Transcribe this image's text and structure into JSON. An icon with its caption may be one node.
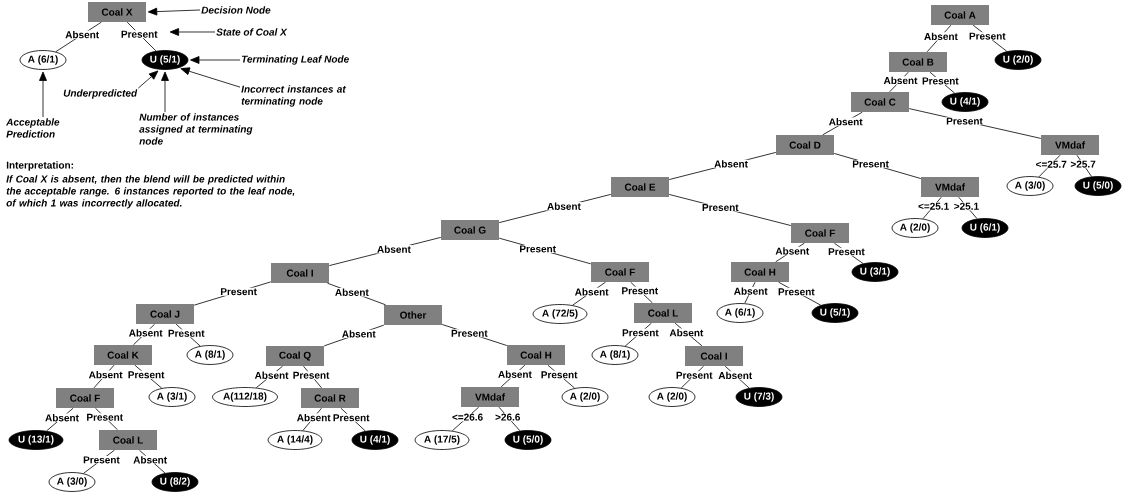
{
  "diagram": {
    "nodes": [
      {
        "text": [
          "Coal X"
        ]
      },
      {
        "text": [
          "Decision Node"
        ]
      },
      {
        "text": [
          "State of Coal X"
        ]
      },
      {
        "text": [
          "A (6/1)"
        ]
      },
      {
        "text": [
          "U (5/1)"
        ]
      },
      {
        "text": [
          "Terminating Leaf Node"
        ]
      },
      {
        "text": [
          "Underpredicted"
        ]
      },
      {
        "text": [
          "Incorrect instances at terminating node"
        ]
      },
      {
        "text": [
          "Acceptable Prediction"
        ]
      },
      {
        "text": [
          "Number of instances assigned at terminating node"
        ]
      },
      {
        "text": [
          "Coal A"
        ]
      },
      {
        "text": [
          "Coal B"
        ]
      },
      {
        "text": [
          "U (2/0)"
        ]
      },
      {
        "text": [
          "Coal C"
        ]
      },
      {
        "text": [
          "U (4/1)"
        ]
      },
      {
        "text": [
          "Coal D"
        ]
      },
      {
        "text": [
          "VMdaf"
        ]
      },
      {
        "text": [
          "Coal E"
        ]
      },
      {
        "text": [
          "VMdaf"
        ]
      },
      {
        "text": [
          "A (3/0)"
        ]
      },
      {
        "text": [
          "U (5/0)"
        ]
      },
      {
        "text": [
          "Coal G"
        ]
      },
      {
        "text": [
          "Coal F"
        ]
      },
      {
        "text": [
          "A (2/0)"
        ]
      },
      {
        "text": [
          "U (6/1)"
        ]
      },
      {
        "text": [
          "Coal I"
        ]
      },
      {
        "text": [
          "Coal F"
        ]
      },
      {
        "text": [
          "Coal H"
        ]
      },
      {
        "text": [
          "U (3/1)"
        ]
      },
      {
        "text": [
          "Coal J"
        ]
      },
      {
        "text": [
          "Other"
        ]
      },
      {
        "text": [
          "A (72/5)"
        ]
      },
      {
        "text": [
          "Coal L"
        ]
      },
      {
        "text": [
          "A (6/1)"
        ]
      },
      {
        "text": [
          "U (5/1)"
        ]
      },
      {
        "text": [
          "Coal K"
        ]
      },
      {
        "text": [
          "A (8/1)"
        ]
      },
      {
        "text": [
          "Coal Q"
        ]
      },
      {
        "text": [
          "Coal H"
        ]
      },
      {
        "text": [
          "A (8/1)"
        ]
      },
      {
        "text": [
          "Coal I"
        ]
      },
      {
        "text": [
          "Coal F"
        ]
      },
      {
        "text": [
          "A (3/1)"
        ]
      },
      {
        "text": [
          "A(112/18)"
        ]
      },
      {
        "text": [
          "Coal R"
        ]
      },
      {
        "text": [
          "VMdaf"
        ]
      },
      {
        "text": [
          "A (2/0)"
        ]
      },
      {
        "text": [
          "A (2/0)"
        ]
      },
      {
        "text": [
          "U (7/3)"
        ]
      },
      {
        "text": [
          "U (13/1)"
        ]
      },
      {
        "text": [
          "Coal L"
        ]
      },
      {
        "text": [
          "A (14/4)"
        ]
      },
      {
        "text": [
          "U (4/1)"
        ]
      },
      {
        "text": [
          "A (17/5)"
        ]
      },
      {
        "text": [
          "U (5/0)"
        ]
      },
      {
        "text": [
          "A (3/0)"
        ]
      },
      {
        "text": [
          "U (8/2)"
        ]
      }
    ],
    "edges": [
      {
        "from": 0,
        "to": 3,
        "arrow": "none",
        "label": "Absent"
      },
      {
        "from": 0,
        "to": 4,
        "arrow": "none",
        "label": "Present"
      },
      {
        "from": 1,
        "to": 0,
        "arrow": "to"
      },
      {
        "from": 2,
        "to": null,
        "arrow": "to"
      },
      {
        "from": 5,
        "to": 4,
        "arrow": "to"
      },
      {
        "from": 6,
        "to": 4,
        "arrow": "to"
      },
      {
        "from": 7,
        "to": 4,
        "arrow": "to"
      },
      {
        "from": 9,
        "to": 4,
        "arrow": "to"
      },
      {
        "from": 8,
        "to": 3,
        "arrow": "to"
      },
      {
        "from": 10,
        "to": 11,
        "arrow": "none",
        "label": "Absent"
      },
      {
        "from": 10,
        "to": 12,
        "arrow": "none",
        "label": "Present"
      },
      {
        "from": 11,
        "to": 13,
        "arrow": "none",
        "label": "Absent"
      },
      {
        "from": 11,
        "to": 14,
        "arrow": "none",
        "label": "Present"
      },
      {
        "from": 13,
        "to": 15,
        "arrow": "none",
        "label": "Absent"
      },
      {
        "from": 13,
        "to": 16,
        "arrow": "none",
        "label": "Present"
      },
      {
        "from": 16,
        "to": 19,
        "arrow": "none",
        "label": "<=25.7"
      },
      {
        "from": 16,
        "to": 20,
        "arrow": "none",
        "label": ">25.7"
      },
      {
        "from": 15,
        "to": 17,
        "arrow": "none",
        "label": "Absent"
      },
      {
        "from": 15,
        "to": 18,
        "arrow": "none",
        "label": "Present"
      },
      {
        "from": 18,
        "to": 23,
        "arrow": "none",
        "label": "<=25.1"
      },
      {
        "from": 18,
        "to": 24,
        "arrow": "none",
        "label": ">25.1"
      },
      {
        "from": 17,
        "to": 21,
        "arrow": "none",
        "label": "Absent"
      },
      {
        "from": 17,
        "to": 22,
        "arrow": "none",
        "label": "Present"
      },
      {
        "from": 22,
        "to": 27,
        "arrow": "none",
        "label": "Absent"
      },
      {
        "from": 22,
        "to": 28,
        "arrow": "none",
        "label": "Present"
      },
      {
        "from": 27,
        "to": 33,
        "arrow": "none",
        "label": "Absent"
      },
      {
        "from": 27,
        "to": 34,
        "arrow": "none",
        "label": "Present"
      },
      {
        "from": 21,
        "to": 25,
        "arrow": "none",
        "label": "Absent"
      },
      {
        "from": 21,
        "to": 26,
        "arrow": "none",
        "label": "Present"
      },
      {
        "from": 26,
        "to": 31,
        "arrow": "none",
        "label": "Absent"
      },
      {
        "from": 26,
        "to": 32,
        "arrow": "none",
        "label": "Present"
      },
      {
        "from": 32,
        "to": 39,
        "arrow": "none",
        "label": "Present"
      },
      {
        "from": 32,
        "to": 40,
        "arrow": "none",
        "label": "Absent"
      },
      {
        "from": 40,
        "to": 47,
        "arrow": "none",
        "label": "Present"
      },
      {
        "from": 40,
        "to": 48,
        "arrow": "none",
        "label": "Absent"
      },
      {
        "from": 25,
        "to": 29,
        "arrow": "none",
        "label": "Present"
      },
      {
        "from": 25,
        "to": 30,
        "arrow": "none",
        "label": "Absent"
      },
      {
        "from": 29,
        "to": 35,
        "arrow": "none",
        "label": "Absent"
      },
      {
        "from": 29,
        "to": 36,
        "arrow": "none",
        "label": "Present"
      },
      {
        "from": 35,
        "to": 41,
        "arrow": "none",
        "label": "Absent"
      },
      {
        "from": 35,
        "to": 42,
        "arrow": "none",
        "label": "Present"
      },
      {
        "from": 41,
        "to": 49,
        "arrow": "none",
        "label": "Absent"
      },
      {
        "from": 41,
        "to": 50,
        "arrow": "none",
        "label": "Present"
      },
      {
        "from": 50,
        "to": 55,
        "arrow": "none",
        "label": "Present"
      },
      {
        "from": 50,
        "to": 56,
        "arrow": "none",
        "label": "Absent"
      },
      {
        "from": 30,
        "to": 37,
        "arrow": "none",
        "label": "Absent"
      },
      {
        "from": 30,
        "to": 38,
        "arrow": "none",
        "label": "Present"
      },
      {
        "from": 37,
        "to": 43,
        "arrow": "none",
        "label": "Absent"
      },
      {
        "from": 37,
        "to": 44,
        "arrow": "none",
        "label": "Present"
      },
      {
        "from": 44,
        "to": 51,
        "arrow": "none",
        "label": "Absent"
      },
      {
        "from": 44,
        "to": 52,
        "arrow": "none",
        "label": "Present"
      },
      {
        "from": 38,
        "to": 45,
        "arrow": "none",
        "label": "Absent"
      },
      {
        "from": 38,
        "to": 46,
        "arrow": "none",
        "label": "Present"
      },
      {
        "from": 45,
        "to": 53,
        "arrow": "none",
        "label": "<=26.6"
      },
      {
        "from": 45,
        "to": 54,
        "arrow": "none",
        "label": ">26.6"
      }
    ],
    "labels": [
      "Interpretation:",
      "If Coal X is absent, then the blend will be predicted within the acceptable range. 6 instances reported to the leaf node, of which 1 was incorrectly allocated."
    ]
  }
}
